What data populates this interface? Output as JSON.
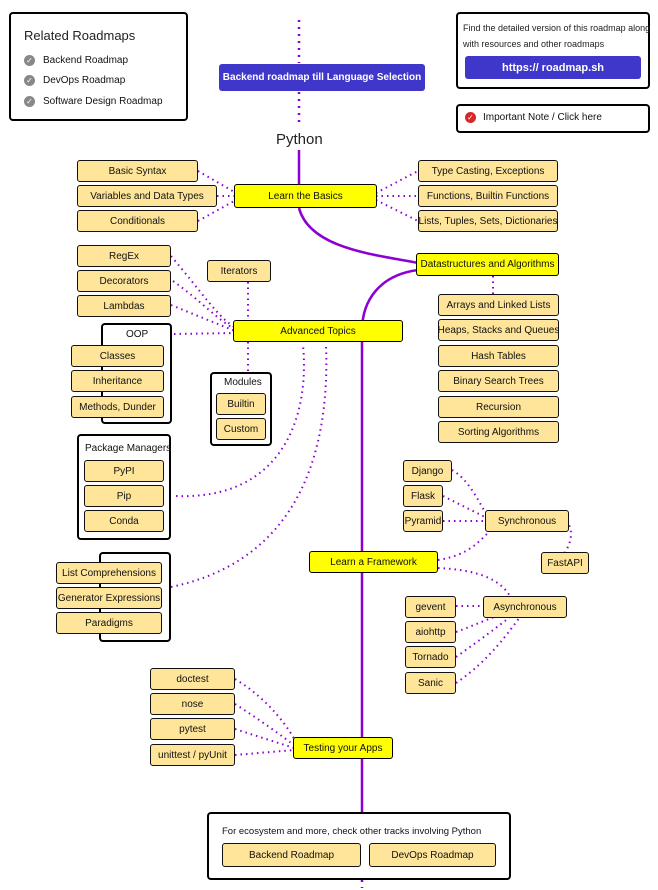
{
  "related": {
    "title": "Related Roadmaps",
    "items": [
      "Backend Roadmap",
      "DevOps Roadmap",
      "Software Design Roadmap"
    ]
  },
  "info": {
    "text": "Find the detailed version of this roadmap along with resources and other roadmaps",
    "link": "https:// roadmap.sh",
    "note": "Important Note / Click here"
  },
  "header_button": "Backend roadmap till Language Selection",
  "title": "Python",
  "basics": {
    "main": "Learn the Basics",
    "left": [
      "Basic Syntax",
      "Variables and Data Types",
      "Conditionals"
    ],
    "right": [
      "Type Casting, Exceptions",
      "Functions, Builtin Functions",
      "Lists, Tuples, Sets, Dictionaries"
    ]
  },
  "dsa": {
    "main": "Datastructures and Algorithms",
    "items": [
      "Arrays and Linked Lists",
      "Heaps, Stacks and Queues",
      "Hash Tables",
      "Binary Search Trees",
      "Recursion",
      "Sorting Algorithms"
    ]
  },
  "advanced": {
    "main": "Advanced Topics",
    "left": [
      "RegEx",
      "Decorators",
      "Lambdas"
    ],
    "iterators": "Iterators",
    "oop_label": "OOP",
    "oop": [
      "Classes",
      "Inheritance",
      "Methods, Dunder"
    ],
    "modules_label": "Modules",
    "modules": [
      "Builtin",
      "Custom"
    ],
    "pm_label": "Package Managers",
    "pm": [
      "PyPI",
      "Pip",
      "Conda"
    ],
    "extra": [
      "List Comprehensions",
      "Generator Expressions",
      "Paradigms"
    ]
  },
  "framework": {
    "main": "Learn a Framework",
    "sync_label": "Synchronous",
    "sync": [
      "Django",
      "Flask",
      "Pyramid"
    ],
    "fastapi": "FastAPI",
    "async_label": "Asynchronous",
    "async": [
      "gevent",
      "aiohttp",
      "Tornado",
      "Sanic"
    ]
  },
  "testing": {
    "main": "Testing your Apps",
    "items": [
      "doctest",
      "nose",
      "pytest",
      "unittest / pyUnit"
    ]
  },
  "footer": {
    "text": "For ecosystem and more, check other tracks involving Python",
    "links": [
      "Backend Roadmap",
      "DevOps Roadmap"
    ]
  },
  "colors": {
    "trunk": "#8c00d4",
    "node": "#ffe599",
    "main": "#ffff00",
    "header": "#3f37c9"
  }
}
